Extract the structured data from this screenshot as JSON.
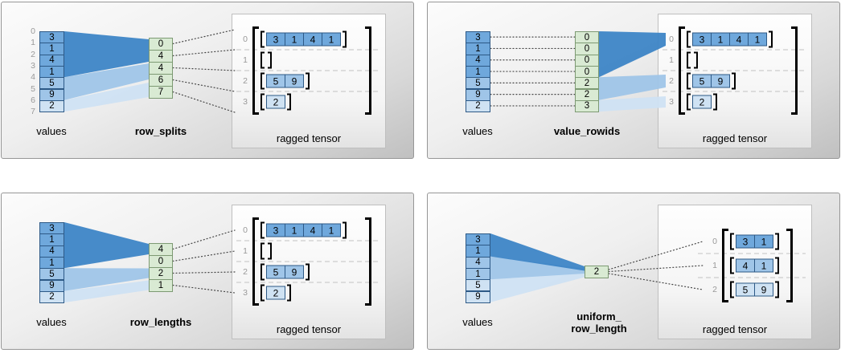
{
  "colors": {
    "cell_dark": "#6fa8dc",
    "cell_mid": "#9fc5e8",
    "cell_light": "#cfe2f3",
    "cell_border": "#2d5986",
    "green_fill": "#d9ead3",
    "green_border": "#7d9a73",
    "funnel_dark": "#3d85c6",
    "funnel_mid": "#9fc5e8",
    "funnel_light": "#cfe2f3",
    "index_text": "#999999"
  },
  "panels": [
    {
      "id": "row_splits",
      "labels": {
        "values": "values",
        "method": "row_splits",
        "tensor": "ragged tensor"
      },
      "values": [
        "3",
        "1",
        "4",
        "1",
        "5",
        "9",
        "2"
      ],
      "values_shades": [
        "dark",
        "dark",
        "dark",
        "dark",
        "mid",
        "mid",
        "light"
      ],
      "boundary_indices": [
        "0",
        "1",
        "2",
        "3",
        "4",
        "5",
        "6",
        "7"
      ],
      "middle": [
        "0",
        "4",
        "4",
        "6",
        "7"
      ],
      "tensor_rows": [
        {
          "index": "0",
          "cells": [
            "3",
            "1",
            "4",
            "1"
          ],
          "shade": "dark"
        },
        {
          "index": "1",
          "cells": [],
          "shade": "dark"
        },
        {
          "index": "2",
          "cells": [
            "5",
            "9"
          ],
          "shade": "mid"
        },
        {
          "index": "3",
          "cells": [
            "2"
          ],
          "shade": "light"
        }
      ]
    },
    {
      "id": "value_rowids",
      "labels": {
        "values": "values",
        "method": "value_rowids",
        "tensor": "ragged tensor"
      },
      "values": [
        "3",
        "1",
        "4",
        "1",
        "5",
        "9",
        "2"
      ],
      "values_shades": [
        "dark",
        "dark",
        "dark",
        "dark",
        "mid",
        "mid",
        "light"
      ],
      "middle": [
        "0",
        "0",
        "0",
        "0",
        "2",
        "2",
        "3"
      ],
      "tensor_rows": [
        {
          "index": "0",
          "cells": [
            "3",
            "1",
            "4",
            "1"
          ],
          "shade": "dark"
        },
        {
          "index": "1",
          "cells": [],
          "shade": "dark"
        },
        {
          "index": "2",
          "cells": [
            "5",
            "9"
          ],
          "shade": "mid"
        },
        {
          "index": "3",
          "cells": [
            "2"
          ],
          "shade": "light"
        }
      ]
    },
    {
      "id": "row_lengths",
      "labels": {
        "values": "values",
        "method": "row_lengths",
        "tensor": "ragged tensor"
      },
      "values": [
        "3",
        "1",
        "4",
        "1",
        "5",
        "9",
        "2"
      ],
      "values_shades": [
        "dark",
        "dark",
        "dark",
        "dark",
        "mid",
        "mid",
        "light"
      ],
      "middle": [
        "4",
        "0",
        "2",
        "1"
      ],
      "tensor_rows": [
        {
          "index": "0",
          "cells": [
            "3",
            "1",
            "4",
            "1"
          ],
          "shade": "dark"
        },
        {
          "index": "1",
          "cells": [],
          "shade": "dark"
        },
        {
          "index": "2",
          "cells": [
            "5",
            "9"
          ],
          "shade": "mid"
        },
        {
          "index": "3",
          "cells": [
            "2"
          ],
          "shade": "light"
        }
      ]
    },
    {
      "id": "uniform_row_length",
      "labels": {
        "values": "values",
        "method": "uniform_\nrow_length",
        "tensor": "ragged tensor"
      },
      "values": [
        "3",
        "1",
        "4",
        "1",
        "5",
        "9"
      ],
      "values_shades": [
        "dark",
        "dark",
        "mid",
        "mid",
        "light",
        "light"
      ],
      "middle": [
        "2"
      ],
      "tensor_rows": [
        {
          "index": "0",
          "cells": [
            "3",
            "1"
          ],
          "shade": "dark"
        },
        {
          "index": "1",
          "cells": [
            "4",
            "1"
          ],
          "shade": "mid"
        },
        {
          "index": "2",
          "cells": [
            "5",
            "9"
          ],
          "shade": "light"
        }
      ]
    }
  ]
}
